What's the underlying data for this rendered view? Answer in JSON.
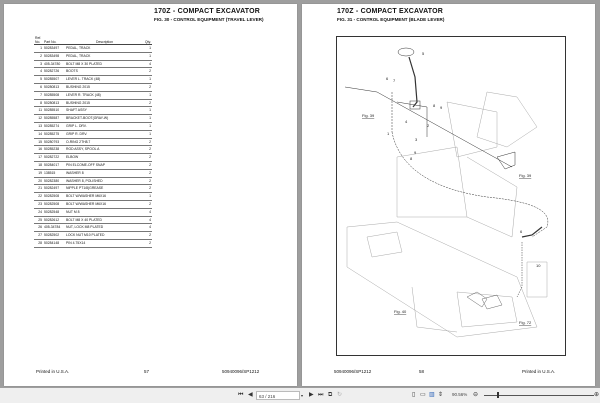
{
  "left_page": {
    "title": "170Z -  COMPACT EXCAVATOR",
    "figure": "FIG. 30 - CONTROL EQUIPMENT (TRAVEL LEVER)",
    "columns": {
      "ref": "Ref.\nNo.",
      "part": "Part No.",
      "desc": "Description",
      "qty": "Qty."
    },
    "parts": [
      [
        "1",
        "50283497",
        "PEDAL, TRACK",
        "1"
      ],
      [
        "2",
        "50283498",
        "PEDAL, TRACK",
        "1"
      ],
      [
        "3",
        "405-34780",
        "BOLT M8 X 30 PLATED",
        "4"
      ],
      [
        "4",
        "50282726",
        "BOOTS",
        "2"
      ],
      [
        "5",
        "50285507",
        "LEVER L. TRACK (48)",
        "1"
      ],
      [
        "6",
        "50280813",
        "BUSHING 2015",
        "2"
      ],
      [
        "7",
        "50285508",
        "LEVER R. TRACK (48)",
        "1"
      ],
      [
        "8",
        "50280813",
        "BUSHING 2015",
        "2"
      ],
      [
        "11",
        "50285510",
        "SHAFT ASSY",
        "1"
      ],
      [
        "12",
        "50285587",
        "BRACKET-BOOT(GRAY-W)",
        "1"
      ],
      [
        "13",
        "50285274",
        "GRIP L. DRV.",
        "1"
      ],
      [
        "14",
        "50285275",
        "GRIP R. DRV.",
        "1"
      ],
      [
        "15",
        "50280793",
        "O-RING 2TH8.7",
        "2"
      ],
      [
        "16",
        "50285238",
        "ROD ASSY, SPOOL A",
        "2"
      ],
      [
        "17",
        "50282722",
        "ELBOW",
        "2"
      ],
      [
        "18",
        "50284017",
        "PIN ELCOME-OFF SNAP",
        "2"
      ],
      [
        "19",
        "138515",
        "WASHER 8",
        "2"
      ],
      [
        "20",
        "50282380",
        "WASHER 8, POLISHED",
        "2"
      ],
      [
        "21",
        "50282497",
        "NIPPLE PT1/8(GREASE",
        "2"
      ],
      [
        "22",
        "50282508",
        "BOLT W/WASHER M6X16",
        "1"
      ],
      [
        "23",
        "50282508",
        "BOLT W/WASHER M6X16",
        "2"
      ],
      [
        "24",
        "50282548",
        "NUT M 8",
        "4"
      ],
      [
        "25",
        "50282612",
        "BOLT M8 X 40 PLATED",
        "4"
      ],
      [
        "26",
        "405-34784",
        "NUT, LOCK M8 PLATED",
        "4"
      ],
      [
        "27",
        "50282502",
        "LOCK NUT M10 PLATED",
        "2"
      ],
      [
        "28",
        "50284148",
        "PIN 4.75X14",
        "2"
      ]
    ],
    "footer": {
      "left": "Printed in U.S.A.",
      "page": "57",
      "doc": "50940096/SP1212"
    }
  },
  "right_page": {
    "title": "170Z -  COMPACT EXCAVATOR",
    "figure": "FIG. 31 - CONTROL EQUIPMENT (BLADE LEVER)",
    "callouts": {
      "n5": "5",
      "n6": "6",
      "n7": "7",
      "n1": "1",
      "n2": "2",
      "n3": "3",
      "n4": "4",
      "n8": "8",
      "n9": "9",
      "n8b": "8",
      "n9b": "9",
      "n6b": "6",
      "n10": "10",
      "fig39a": "Fig. 39",
      "fig39b": "Fig. 39",
      "fig40": "Fig. 40",
      "fig72": "Fig. 72"
    },
    "footer": {
      "doc": "50940096/SP1212",
      "page": "58",
      "right": "Printed in U.S.A."
    }
  },
  "toolbar": {
    "page_input": "63 / 216",
    "zoom": "90.56%"
  }
}
